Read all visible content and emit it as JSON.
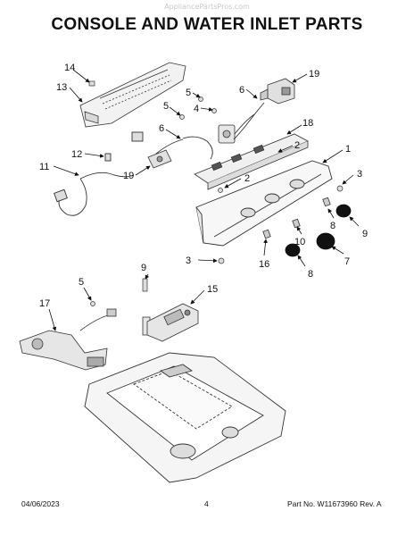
{
  "watermark": "AppliancePartsPros.com",
  "title": "CONSOLE AND WATER INLET PARTS",
  "callouts": [
    "14",
    "13",
    "5",
    "6",
    "19",
    "5",
    "4",
    "18",
    "12",
    "6",
    "2",
    "1",
    "11",
    "19",
    "2",
    "3",
    "8",
    "9",
    "10",
    "7",
    "3",
    "16",
    "8",
    "9",
    "5",
    "15",
    "17"
  ],
  "footer": {
    "date": "04/06/2023",
    "page": "4",
    "part_number": "Part No. W11673960  Rev. A"
  }
}
